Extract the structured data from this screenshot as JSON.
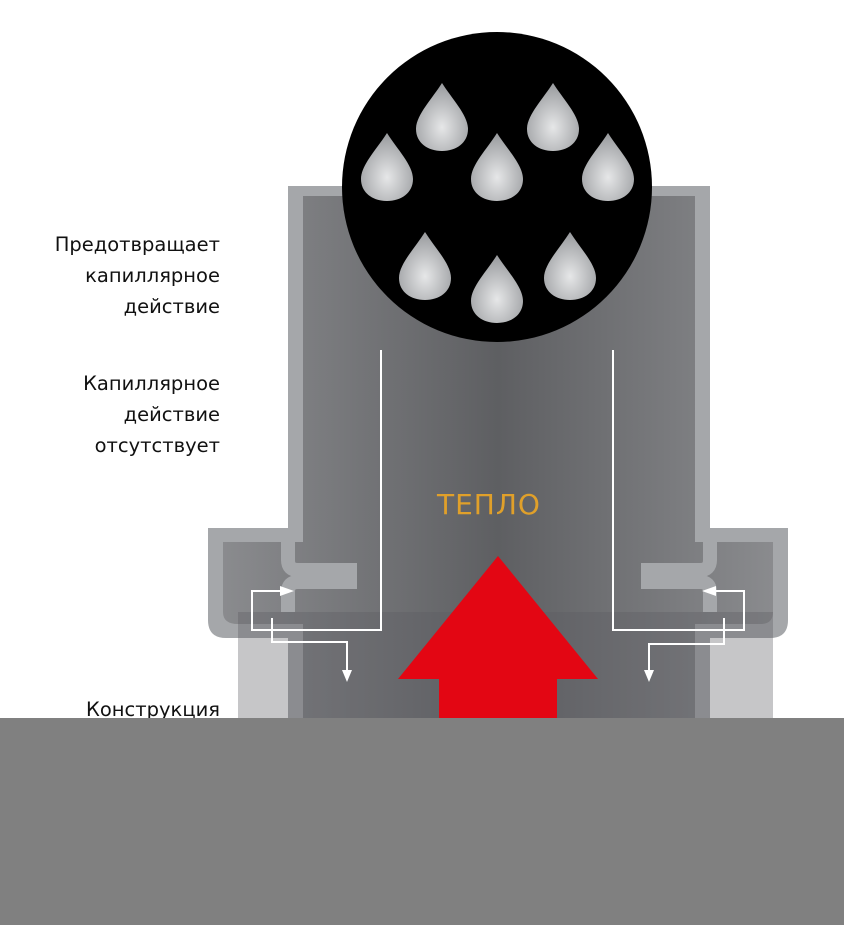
{
  "labels": {
    "prevents": [
      "Предотвращает",
      "капиллярное",
      "действие"
    ],
    "no_capillary": [
      "Капиллярное",
      "действие",
      "отсутствует"
    ],
    "construction": "Конструкция"
  },
  "heat_label": "ТЕПЛО",
  "colors": {
    "heat_text": "#e0a02a",
    "arrow_red": "#e30613",
    "circle": "#000000",
    "outer_wall": "#a5a7aa",
    "body": "#6d6e71",
    "occluder": "#808080"
  },
  "droplets_count": 8
}
